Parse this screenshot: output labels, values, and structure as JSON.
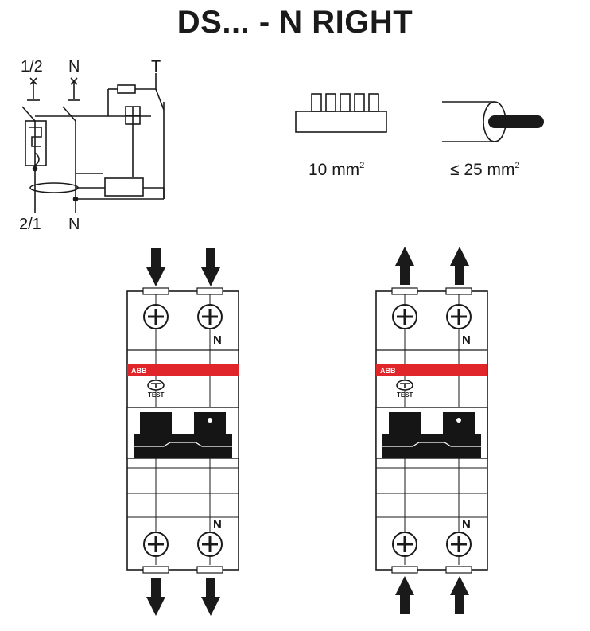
{
  "title": "DS... - N RIGHT",
  "schematic": {
    "top_left_label": "1/2",
    "top_neutral_label": "N",
    "test_label": "T",
    "bottom_left_label": "2/1",
    "bottom_neutral_label": "N"
  },
  "wire_specs": {
    "busbar": {
      "value": "10 mm",
      "exp": "2"
    },
    "cable": {
      "value": "≤ 25 mm",
      "exp": "2"
    }
  },
  "devices": [
    {
      "brand": "ABB",
      "test_label": "TEST",
      "neutral_top": "N",
      "neutral_bottom": "N",
      "top_arrows": "down",
      "bottom_arrows": "down"
    },
    {
      "brand": "ABB",
      "test_label": "TEST",
      "neutral_top": "N",
      "neutral_bottom": "N",
      "top_arrows": "up",
      "bottom_arrows": "up"
    }
  ],
  "colors": {
    "ink": "#1a1a1a",
    "brand_band": "#e0262b",
    "handle": "#151515"
  }
}
